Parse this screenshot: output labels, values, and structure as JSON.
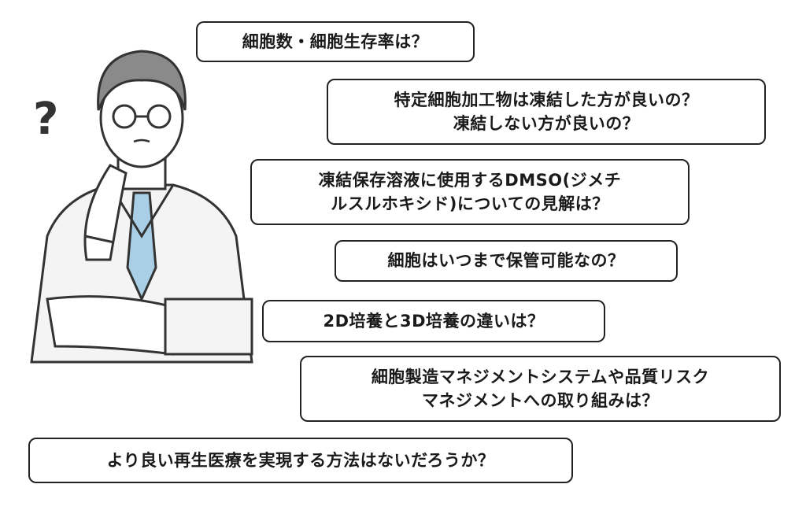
{
  "questions": [
    {
      "lines": [
        "細胞数・細胞生存率は？"
      ]
    },
    {
      "lines": [
        "特定細胞加工物は凍結した方が良いの？",
        "凍結しない方が良いの？"
      ]
    },
    {
      "lines": [
        "凍結保存溶液に使用するDMSO(ジメチ",
        "ルスルホキシド)についての見解は？"
      ]
    },
    {
      "lines": [
        "細胞はいつまで保管可能なの？"
      ]
    },
    {
      "lines": [
        "2D培養と3D培養の違いは？"
      ]
    },
    {
      "lines": [
        "細胞製造マネジメントシステムや品質リスク",
        "マネジメントへの取り組みは？"
      ]
    },
    {
      "lines": [
        "より良い再生医療を実現する方法はないだろうか？"
      ]
    }
  ],
  "illustration": {
    "question_mark": "?",
    "tie_color": "#a9cfe6",
    "hair_color": "#8a8a8a"
  }
}
